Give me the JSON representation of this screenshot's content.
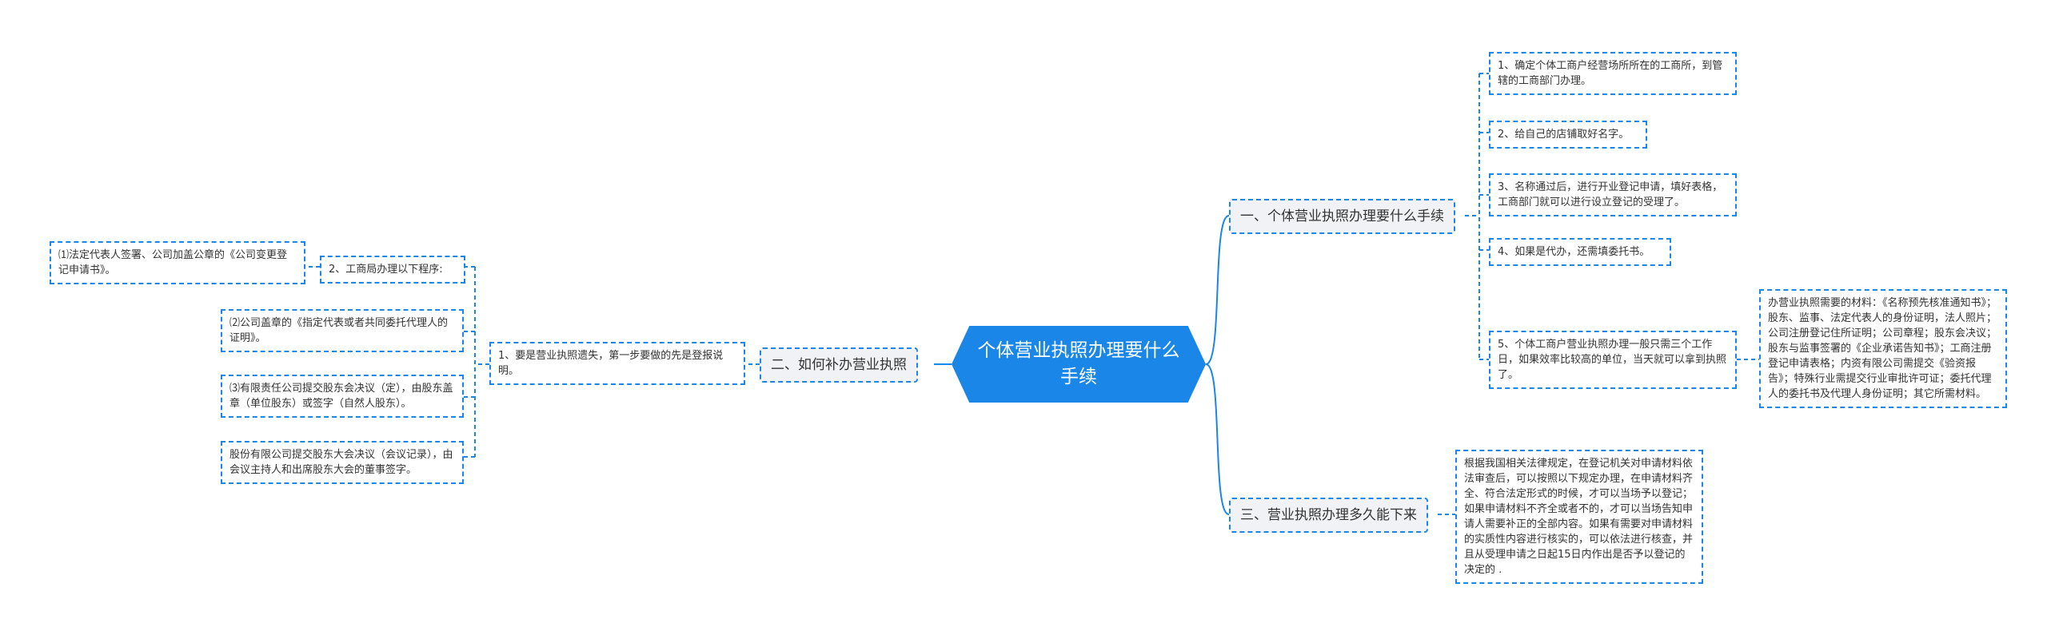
{
  "root": {
    "label": "个体营业执照办理要什么手续"
  },
  "branches": {
    "b1": {
      "label": "一、个体营业执照办理要什么手续",
      "items": [
        "1、确定个体工商户经营场所所在的工商所，到管辖的工商部门办理。",
        "2、给自己的店铺取好名字。",
        "3、名称通过后，进行开业登记申请，填好表格，工商部门就可以进行设立登记的受理了。",
        "4、如果是代办，还需填委托书。",
        "5、个体工商户营业执照办理一般只需三个工作日，如果效率比较高的单位，当天就可以拿到执照了。"
      ],
      "sub5": "办营业执照需要的材料：《名称预先核准通知书》；股东、监事、法定代表人的身份证明，法人照片；公司注册登记住所证明；公司章程；股东会决议；股东与监事签署的《企业承诺告知书》；工商注册登记申请表格；内资有限公司需提交《验资报告》；特殊行业需提交行业审批许可证；委托代理人的委托书及代理人身份证明；其它所需材料。"
    },
    "b2": {
      "label": "二、如何补办营业执照",
      "item1": "1、要是营业执照遗失，第一步要做的先是登报说明。",
      "item2": "2、工商局办理以下程序:",
      "sub_a": "⑴法定代表人签署、公司加盖公章的《公司变更登记申请书》。",
      "subs": [
        "⑵公司盖章的《指定代表或者共同委托代理人的证明》。",
        "⑶有限责任公司提交股东会决议（定），由股东盖章（单位股东）或签字（自然人股东）。",
        "股份有限公司提交股东大会决议（会议记录），由会议主持人和出席股东大会的董事签字。"
      ]
    },
    "b3": {
      "label": "三、营业执照办理多久能下来",
      "item": "根据我国相关法律规定，在登记机关对申请材料依法审查后，可以按照以下规定办理，在申请材料齐全、符合法定形式的时候，才可以当场予以登记；如果申请材料不齐全或者不的，才可以当场告知申请人需要补正的全部内容。如果有需要对申请材料的实质性内容进行核实的，可以依法进行核查，并且从受理申请之日起15日内作出是否予以登记的决定的 ."
    }
  }
}
